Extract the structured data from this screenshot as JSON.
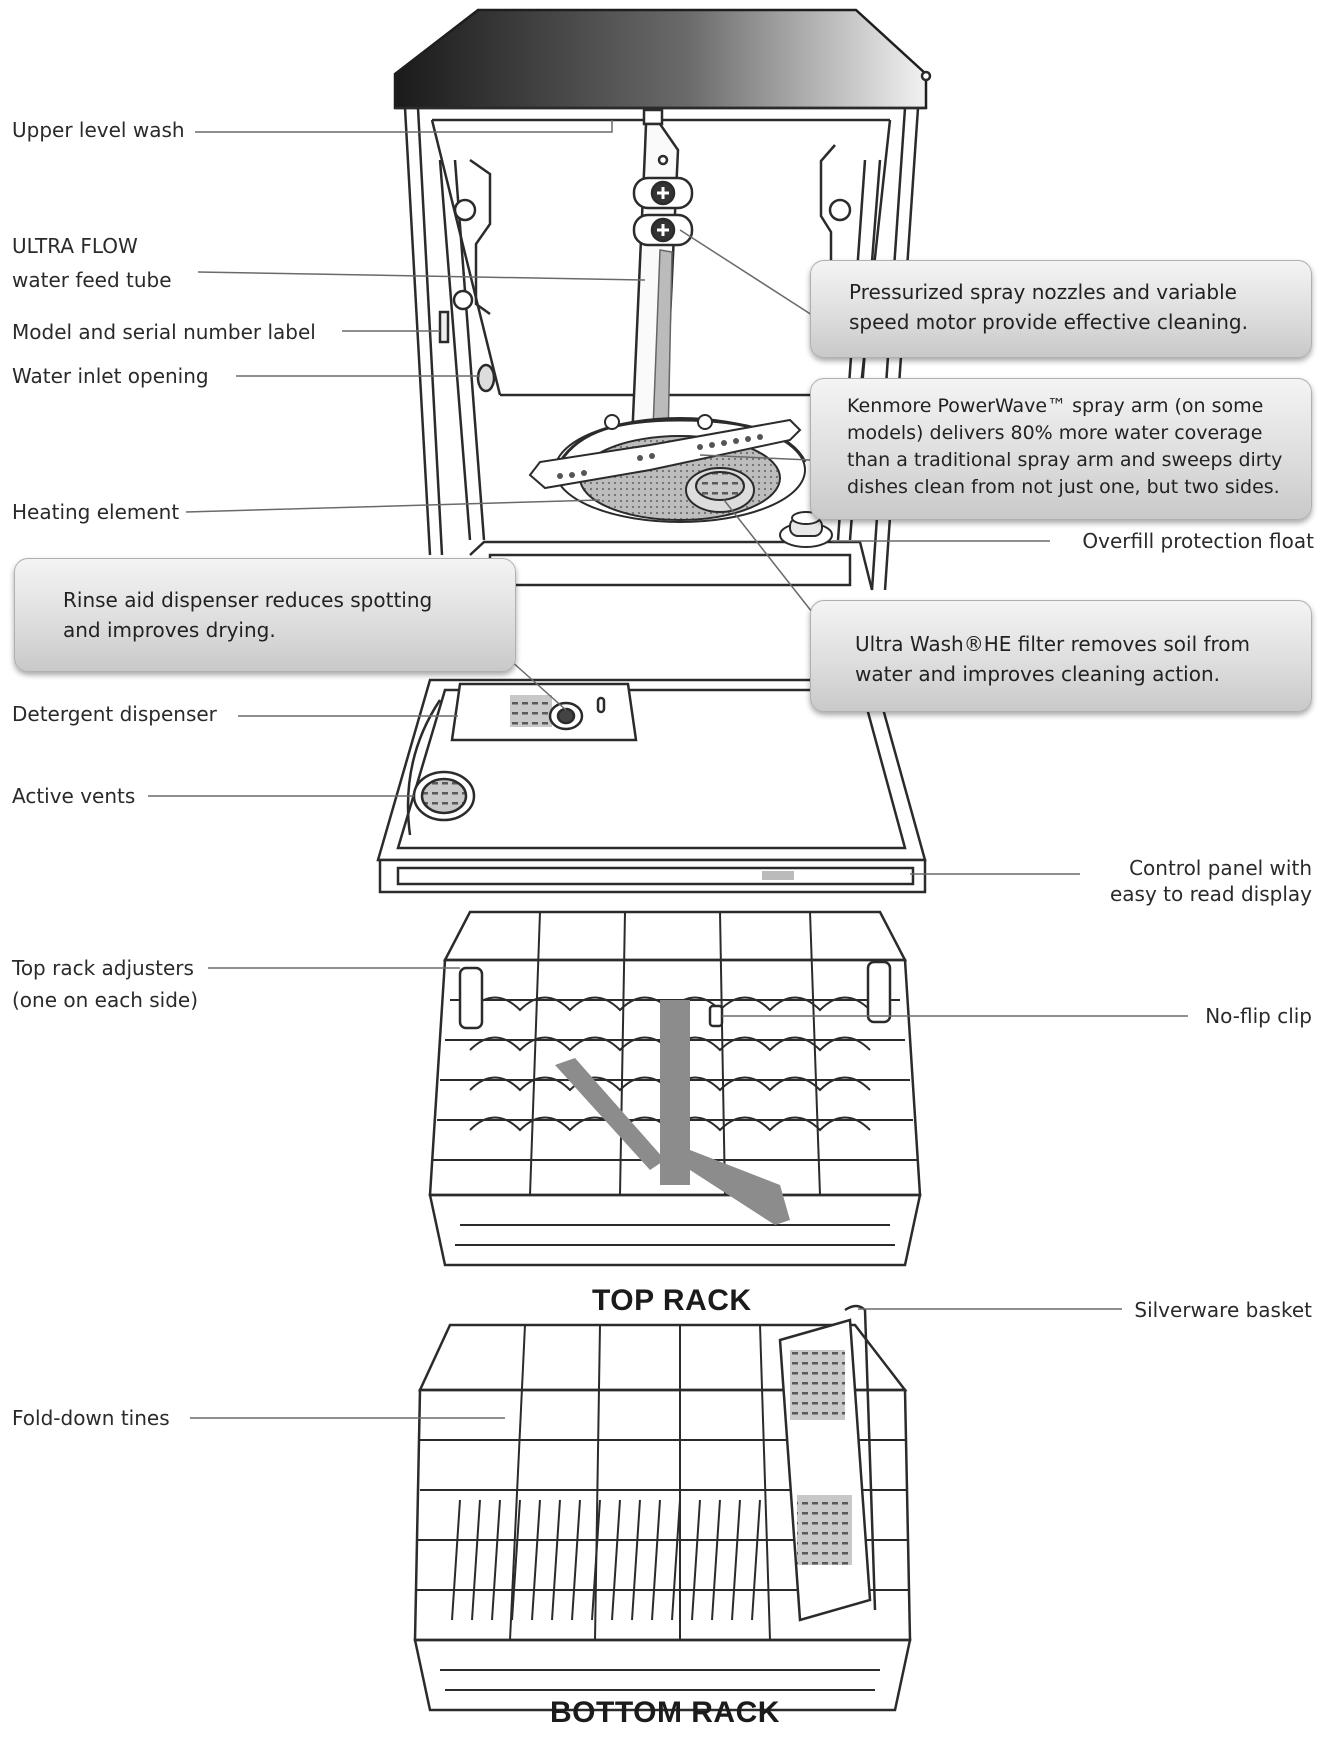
{
  "labels": {
    "upper_level_wash": "Upper level wash",
    "ultra_flow_line1": "ULTRA FLOW",
    "ultra_flow_line2": "water feed tube",
    "model_serial": "Model and serial number label",
    "water_inlet": "Water inlet opening",
    "heating_element": "Heating element",
    "detergent_dispenser": "Detergent dispenser",
    "active_vents": "Active vents",
    "overfill_float": "Overfill protection float",
    "control_panel_line1": "Control panel with",
    "control_panel_line2": "easy to read display",
    "top_rack_adjusters_line1": "Top rack adjusters",
    "top_rack_adjusters_line2": "(one on each side)",
    "no_flip_clip": "No-flip clip",
    "silverware_basket": "Silverware basket",
    "fold_down_tines": "Fold-down tines"
  },
  "callouts": {
    "spray_nozzles": [
      "Pressurized spray nozzles and variable",
      "speed motor provide effective cleaning."
    ],
    "powerwave": [
      "Kenmore PowerWave™ spray arm (on some",
      "models) delivers 80% more water coverage",
      "than a traditional spray arm and sweeps dirty",
      "dishes clean from not just one, but two sides."
    ],
    "rinse_aid": [
      "Rinse aid dispenser reduces spotting",
      "and improves drying."
    ],
    "ultra_wash_filter": [
      "Ultra Wash®HE filter removes soil from",
      "water and improves cleaning action."
    ]
  },
  "rack_titles": {
    "top": "TOP RACK",
    "bottom": "BOTTOM RACK"
  },
  "colors": {
    "line": "#333333",
    "leader": "#6a6a6a",
    "callout_fill": "#d9d9d9",
    "grey_parts": "#8c8c8c"
  }
}
